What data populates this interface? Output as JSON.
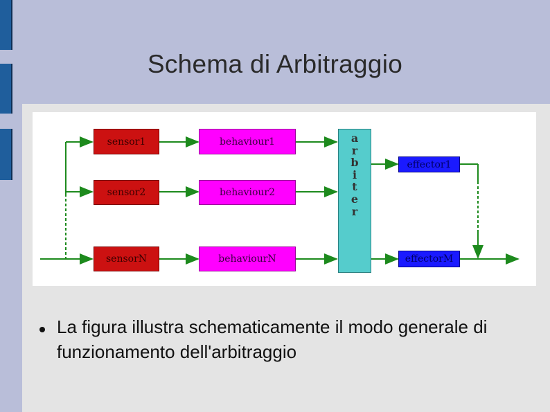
{
  "slide": {
    "title": "Schema di Arbitraggio",
    "bullet": "La figura illustra schematicamente il modo generale di funzionamento dell'arbitraggio"
  },
  "diagram": {
    "sensors": [
      "sensor1",
      "sensor2",
      "sensorN"
    ],
    "behaviours": [
      "behaviour1",
      "behaviour2",
      "behaviourN"
    ],
    "arbiter": [
      "a",
      "r",
      "b",
      "i",
      "t",
      "e",
      "r"
    ],
    "effectors": [
      "effector1",
      "effectorM"
    ]
  },
  "colors": {
    "sensor": "#cc1111",
    "behaviour": "#ff00ff",
    "arbiter": "#55cccc",
    "effector": "#1a1aff",
    "wire": "#1d8a1d"
  }
}
